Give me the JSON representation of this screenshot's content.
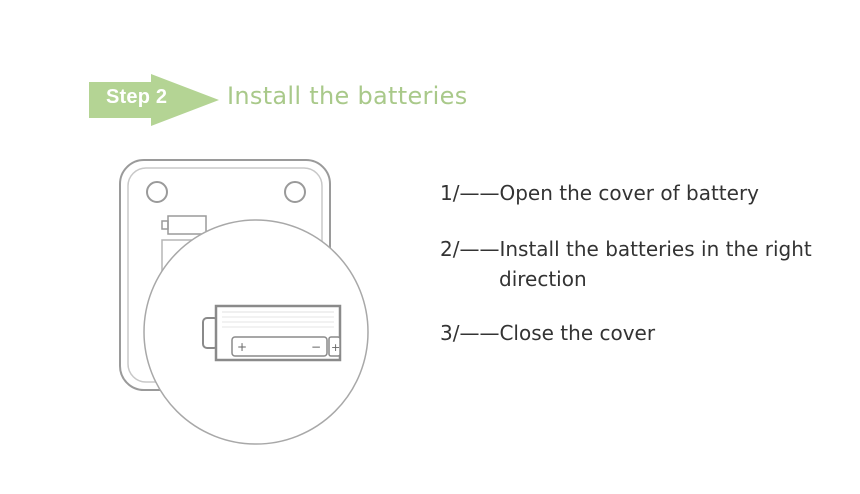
{
  "header": {
    "step_label": "Step 2",
    "title": "Install the batteries"
  },
  "instructions": [
    {
      "number": "1/",
      "dash": "——",
      "text": "Open the cover of battery",
      "text_line2": ""
    },
    {
      "number": "2/",
      "dash": "——",
      "text": "Install the batteries in the right",
      "text_line2": "direction"
    },
    {
      "number": "3/",
      "dash": "——",
      "text": "Close the cover",
      "text_line2": ""
    }
  ],
  "battery": {
    "positive_symbol": "+",
    "negative_symbol": "−",
    "positive_symbol_2": "+"
  },
  "colors": {
    "accent_green": "#a9c98a",
    "arrow_green": "#b4d494",
    "text": "#333333",
    "outline": "#8a8a8a"
  }
}
